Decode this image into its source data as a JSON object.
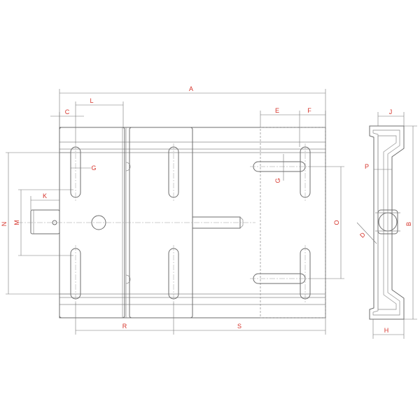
{
  "colors": {
    "label": "#d6342b",
    "line": "#6c6c6c"
  },
  "dimension_labels": {
    "A": "A",
    "B": "B",
    "C": "C",
    "D": "D",
    "E": "E",
    "F": "F",
    "G_left": "G",
    "G_right": "G",
    "H": "H",
    "J": "J",
    "K": "K",
    "L": "L",
    "M": "M",
    "N": "N",
    "O": "O",
    "P": "P",
    "R": "R",
    "S": "S"
  }
}
